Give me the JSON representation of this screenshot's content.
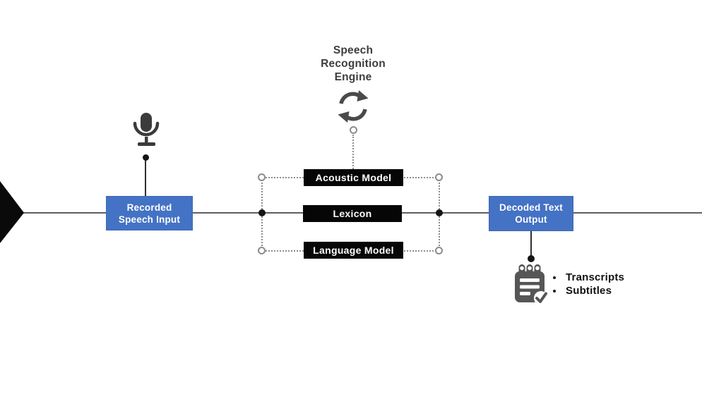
{
  "colors": {
    "accent_blue": "#4472C4",
    "accent_blue_border": "#3E69B5",
    "box_black": "#060606",
    "line_gray": "#5f5f5f",
    "connector_gray": "#2f2f2f",
    "dotted_gray": "#8c8c8c",
    "icon_gray": "#464646",
    "title_text": "#3d3d3d",
    "list_text": "#111111"
  },
  "engine": {
    "title_line1": "Speech",
    "title_line2": "Recognition",
    "title_line3": "Engine",
    "models": [
      {
        "label": "Acoustic Model"
      },
      {
        "label": "Lexicon"
      },
      {
        "label": "Language Model"
      }
    ]
  },
  "nodes": {
    "input": {
      "line1": "Recorded",
      "line2": "Speech Input"
    },
    "output": {
      "line1": "Decoded Text",
      "line2": "Output"
    }
  },
  "outputs": {
    "items": [
      {
        "label": "Transcripts"
      },
      {
        "label": "Subtitles"
      }
    ]
  },
  "icons": {
    "microphone": "microphone-icon",
    "refresh": "refresh-sync-icon",
    "notepad": "notepad-check-icon",
    "arrowhead": "flow-arrowhead-icon"
  }
}
